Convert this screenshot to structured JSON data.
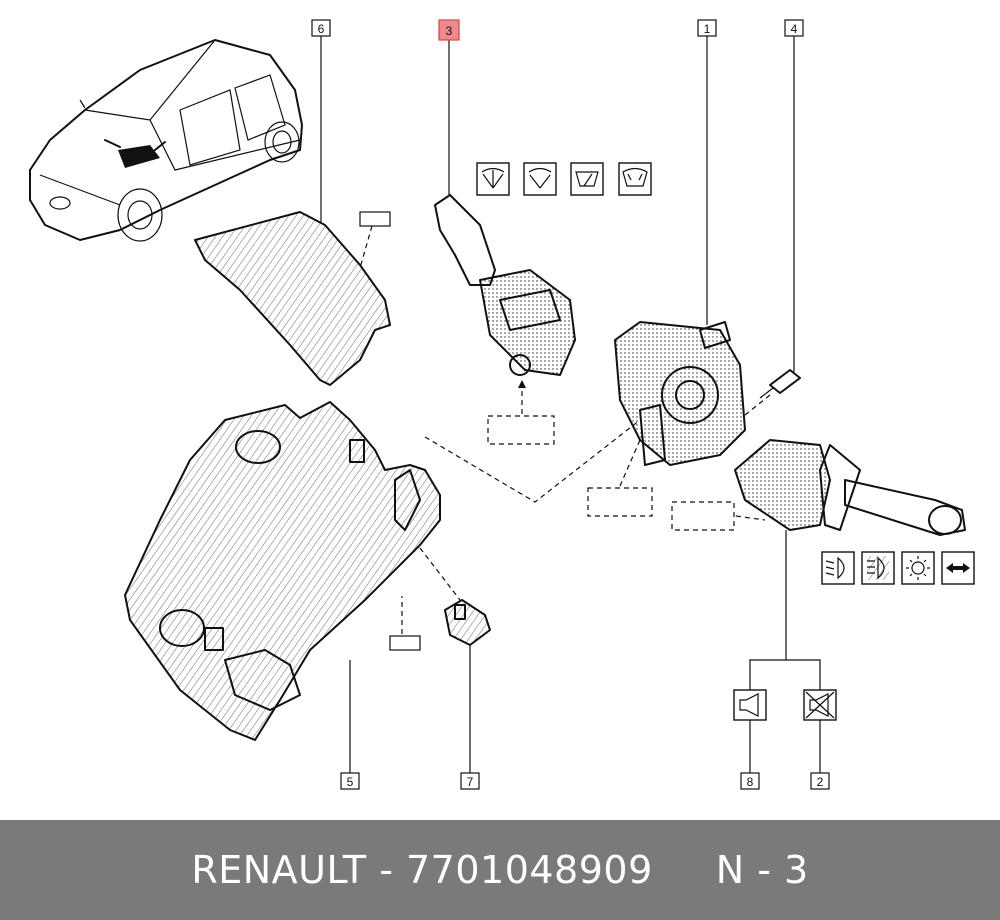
{
  "callouts": [
    "1",
    "2",
    "3",
    "4",
    "5",
    "6",
    "7",
    "8"
  ],
  "highlight_color": "#ef8a8a",
  "footer": {
    "brand": "RENAULT",
    "separator": " - ",
    "part_number": "7701048909",
    "position": "N - 3",
    "background": "#7a7a7a"
  },
  "icons": {
    "wiper": [
      "wiper-fast-icon",
      "wiper-slow-icon",
      "wiper-intermittent-icon",
      "windscreen-washer-icon"
    ],
    "lights": [
      "dipped-beam-icon",
      "main-beam-icon",
      "sidelights-icon",
      "indicator-arrows-icon"
    ],
    "horn": [
      "horn-icon",
      "no-horn-icon"
    ]
  }
}
